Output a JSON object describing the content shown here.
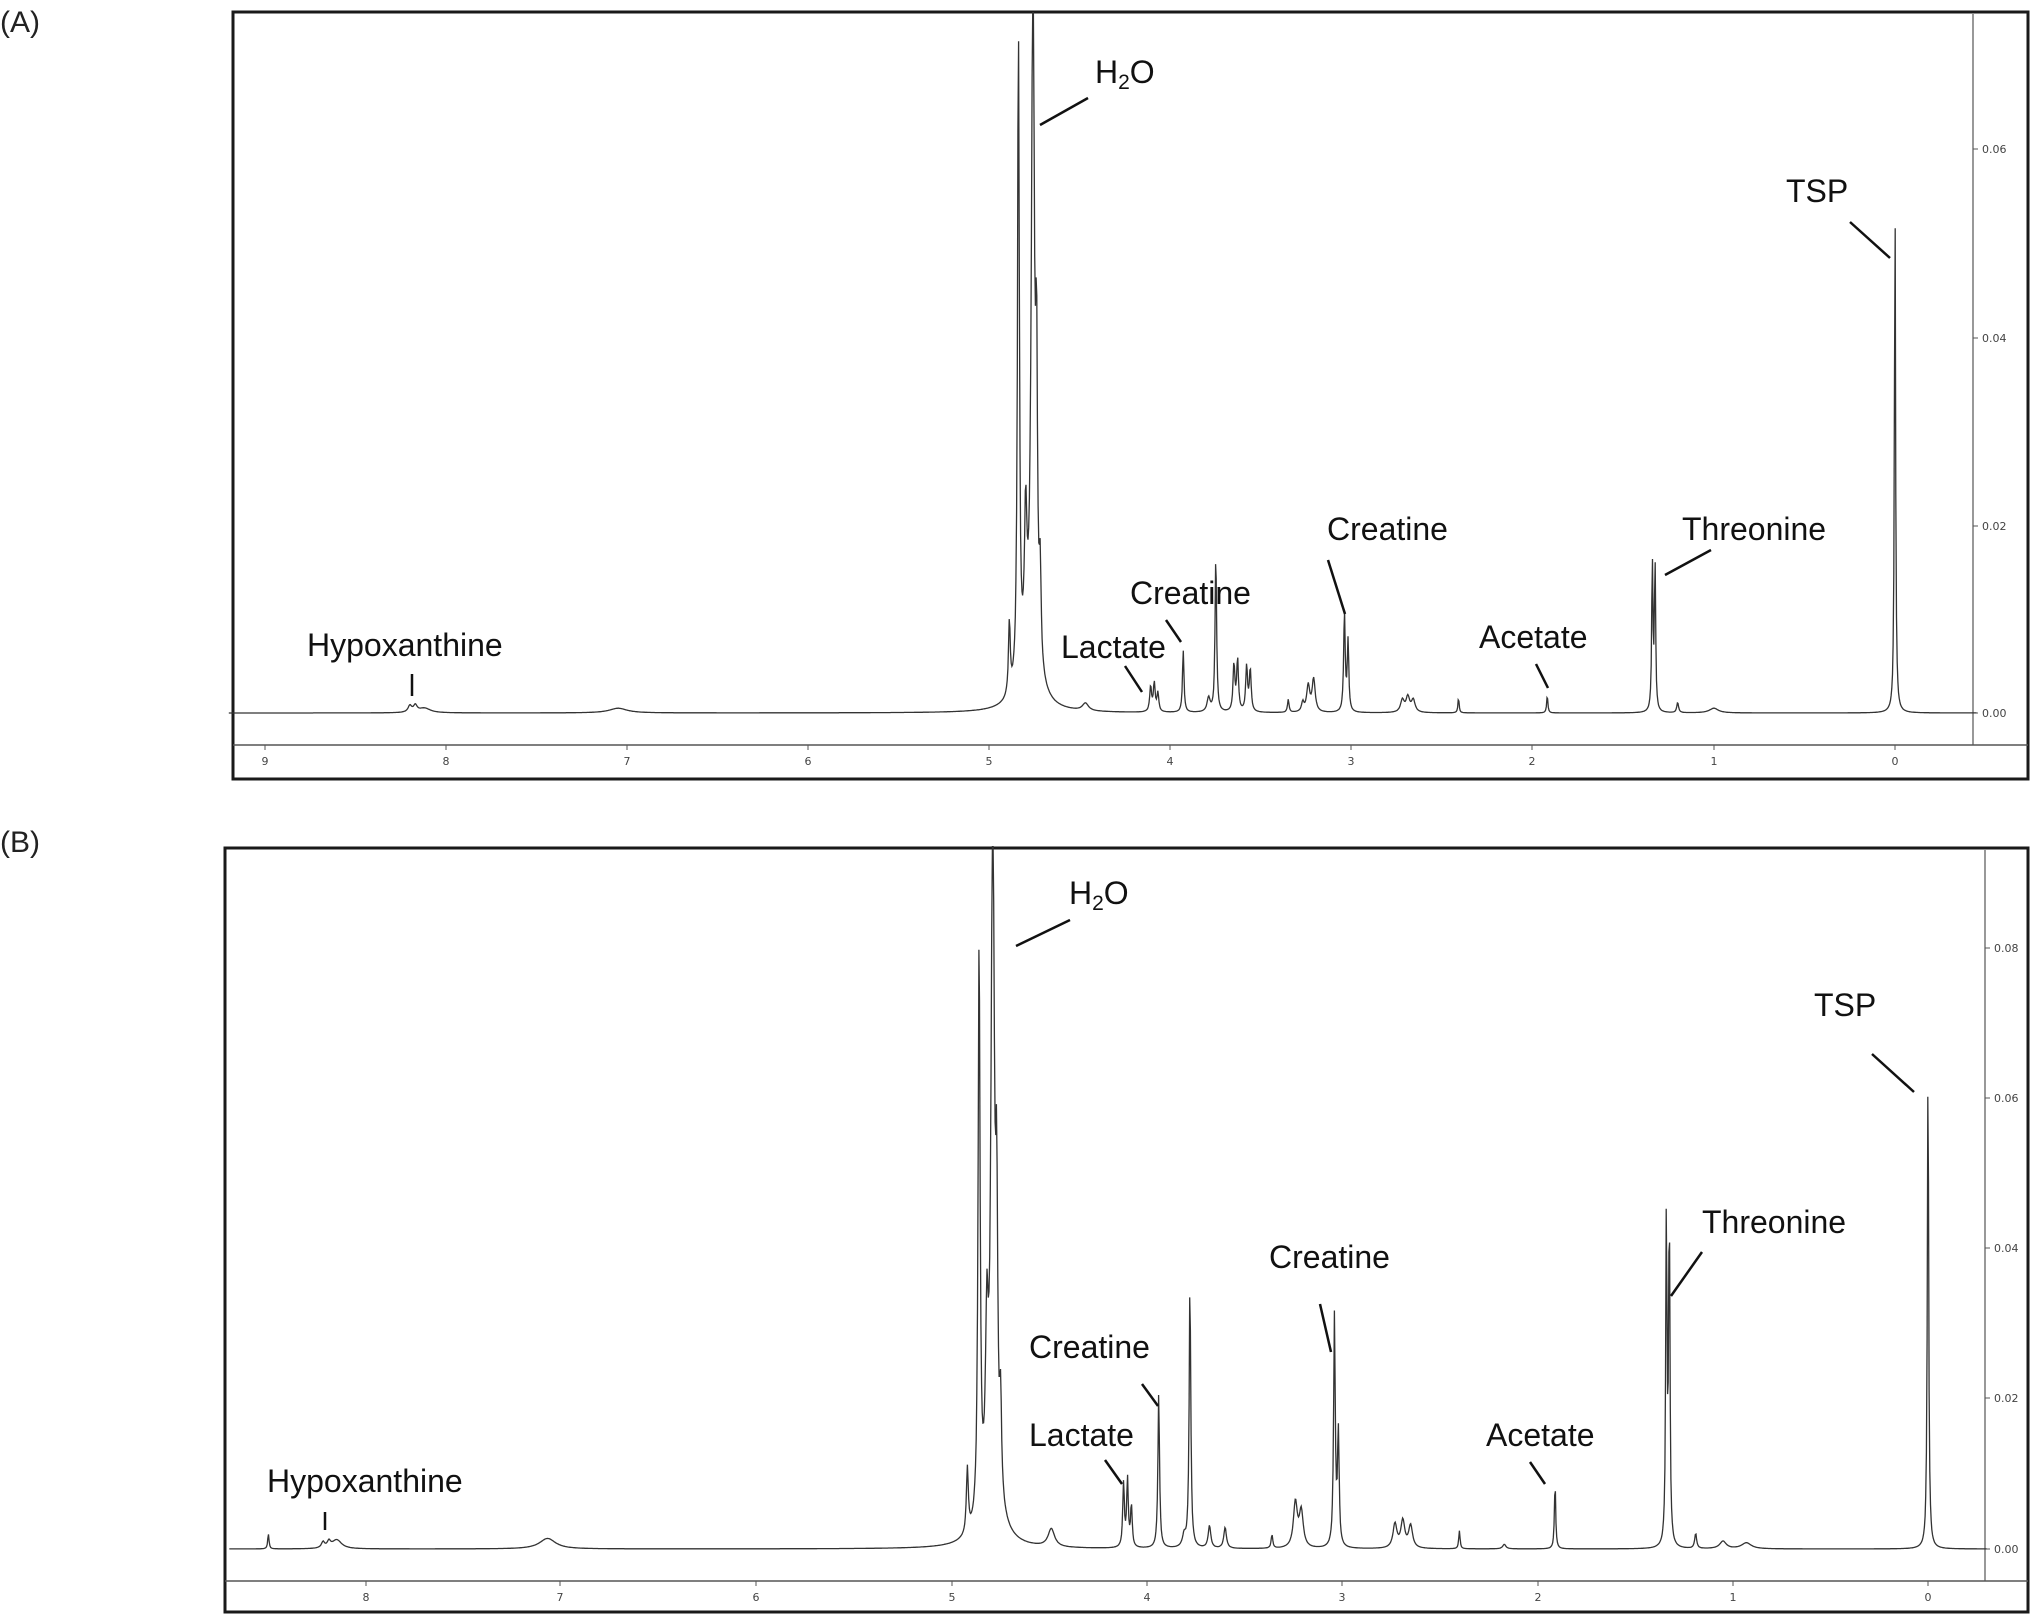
{
  "panels": [
    {
      "label": "(A)",
      "x_ticks": [
        "9",
        "8",
        "7",
        "6",
        "5",
        "4",
        "3",
        "2",
        "1",
        "0"
      ],
      "y_ticks": [
        "0.00",
        "0.02",
        "0.04",
        "0.06"
      ],
      "chart_data": {
        "type": "line",
        "xlim": [
          9.2,
          -0.45
        ],
        "ylim": [
          -0.0003,
          0.0745
        ],
        "x_axis_reversed": true,
        "grid": false,
        "peaks": [
          {
            "ppm": 8.2,
            "height": 0.0007,
            "width": 0.012
          },
          {
            "ppm": 8.17,
            "height": 0.0007,
            "width": 0.012
          },
          {
            "ppm": 8.12,
            "height": 0.0005,
            "width": 0.04
          },
          {
            "ppm": 7.05,
            "height": 0.0005,
            "width": 0.06
          },
          {
            "ppm": 4.89,
            "height": 0.0077,
            "width": 0.006
          },
          {
            "ppm": 4.84,
            "height": 0.0695,
            "width": 0.006
          },
          {
            "ppm": 4.8,
            "height": 0.0148,
            "width": 0.008
          },
          {
            "ppm": 4.76,
            "height": 0.0745,
            "width": 0.01
          },
          {
            "ppm": 4.74,
            "height": 0.028,
            "width": 0.006
          },
          {
            "ppm": 4.72,
            "height": 0.0095,
            "width": 0.006
          },
          {
            "ppm": 4.78,
            "height": 0.004,
            "width": 0.06
          },
          {
            "ppm": 4.47,
            "height": 0.0008,
            "width": 0.02
          },
          {
            "ppm": 4.11,
            "height": 0.0027,
            "width": 0.006
          },
          {
            "ppm": 4.09,
            "height": 0.003,
            "width": 0.006
          },
          {
            "ppm": 4.07,
            "height": 0.002,
            "width": 0.006
          },
          {
            "ppm": 3.93,
            "height": 0.0066,
            "width": 0.005
          },
          {
            "ppm": 3.79,
            "height": 0.0015,
            "width": 0.01
          },
          {
            "ppm": 3.75,
            "height": 0.017,
            "width": 0.005
          },
          {
            "ppm": 3.65,
            "height": 0.005,
            "width": 0.006
          },
          {
            "ppm": 3.63,
            "height": 0.0055,
            "width": 0.006
          },
          {
            "ppm": 3.58,
            "height": 0.0048,
            "width": 0.006
          },
          {
            "ppm": 3.56,
            "height": 0.0045,
            "width": 0.006
          },
          {
            "ppm": 3.35,
            "height": 0.0014,
            "width": 0.005
          },
          {
            "ppm": 3.27,
            "height": 0.001,
            "width": 0.008
          },
          {
            "ppm": 3.24,
            "height": 0.0028,
            "width": 0.01
          },
          {
            "ppm": 3.21,
            "height": 0.0035,
            "width": 0.01
          },
          {
            "ppm": 3.04,
            "height": 0.0108,
            "width": 0.005
          },
          {
            "ppm": 3.02,
            "height": 0.0075,
            "width": 0.005
          },
          {
            "ppm": 2.72,
            "height": 0.0013,
            "width": 0.012
          },
          {
            "ppm": 2.69,
            "height": 0.0016,
            "width": 0.012
          },
          {
            "ppm": 2.66,
            "height": 0.0013,
            "width": 0.012
          },
          {
            "ppm": 2.41,
            "height": 0.0016,
            "width": 0.004
          },
          {
            "ppm": 1.92,
            "height": 0.0019,
            "width": 0.004
          },
          {
            "ppm": 1.34,
            "height": 0.0162,
            "width": 0.004
          },
          {
            "ppm": 1.325,
            "height": 0.0158,
            "width": 0.004
          },
          {
            "ppm": 1.2,
            "height": 0.0011,
            "width": 0.006
          },
          {
            "ppm": 1.0,
            "height": 0.0005,
            "width": 0.03
          },
          {
            "ppm": 0.0,
            "height": 0.0542,
            "width": 0.004
          }
        ]
      },
      "annotations": [
        {
          "key": "h2o",
          "text": "H",
          "sub": "2",
          "tail": "O"
        },
        {
          "key": "tsp",
          "text": "TSP"
        },
        {
          "key": "creatine_a",
          "text": "Creatine"
        },
        {
          "key": "creatine_b",
          "text": "Creatine"
        },
        {
          "key": "lactate",
          "text": "Lactate"
        },
        {
          "key": "threonine",
          "text": "Threonine"
        },
        {
          "key": "acetate",
          "text": "Acetate"
        },
        {
          "key": "hypoxanthine",
          "text": "Hypoxanthine"
        }
      ]
    },
    {
      "label": "(B)",
      "x_ticks": [
        "8",
        "7",
        "6",
        "5",
        "4",
        "3",
        "2",
        "1",
        "0"
      ],
      "y_ticks": [
        "0.00",
        "0.02",
        "0.04",
        "0.06",
        "0.08"
      ],
      "chart_data": {
        "type": "line",
        "xlim": [
          8.7,
          -0.3
        ],
        "ylim": [
          -0.0005,
          0.0935
        ],
        "x_axis_reversed": true,
        "grid": false,
        "peaks": [
          {
            "ppm": 8.5,
            "height": 0.002,
            "width": 0.004
          },
          {
            "ppm": 8.22,
            "height": 0.0008,
            "width": 0.01
          },
          {
            "ppm": 8.19,
            "height": 0.0008,
            "width": 0.01
          },
          {
            "ppm": 8.15,
            "height": 0.0012,
            "width": 0.03
          },
          {
            "ppm": 7.07,
            "height": 0.0014,
            "width": 0.05
          },
          {
            "ppm": 4.92,
            "height": 0.0087,
            "width": 0.006
          },
          {
            "ppm": 4.86,
            "height": 0.0772,
            "width": 0.006
          },
          {
            "ppm": 4.82,
            "height": 0.021,
            "width": 0.008
          },
          {
            "ppm": 4.79,
            "height": 0.0935,
            "width": 0.01
          },
          {
            "ppm": 4.77,
            "height": 0.034,
            "width": 0.006
          },
          {
            "ppm": 4.75,
            "height": 0.012,
            "width": 0.006
          },
          {
            "ppm": 4.8,
            "height": 0.005,
            "width": 0.06
          },
          {
            "ppm": 4.49,
            "height": 0.0024,
            "width": 0.02
          },
          {
            "ppm": 4.12,
            "height": 0.0085,
            "width": 0.005
          },
          {
            "ppm": 4.1,
            "height": 0.009,
            "width": 0.005
          },
          {
            "ppm": 4.08,
            "height": 0.0055,
            "width": 0.005
          },
          {
            "ppm": 3.94,
            "height": 0.0205,
            "width": 0.005
          },
          {
            "ppm": 3.81,
            "height": 0.0015,
            "width": 0.01
          },
          {
            "ppm": 3.78,
            "height": 0.035,
            "width": 0.005
          },
          {
            "ppm": 3.68,
            "height": 0.003,
            "width": 0.008
          },
          {
            "ppm": 3.6,
            "height": 0.0028,
            "width": 0.008
          },
          {
            "ppm": 3.36,
            "height": 0.0018,
            "width": 0.005
          },
          {
            "ppm": 3.24,
            "height": 0.006,
            "width": 0.012
          },
          {
            "ppm": 3.21,
            "height": 0.0048,
            "width": 0.012
          },
          {
            "ppm": 3.04,
            "height": 0.031,
            "width": 0.005
          },
          {
            "ppm": 3.02,
            "height": 0.015,
            "width": 0.005
          },
          {
            "ppm": 2.73,
            "height": 0.0032,
            "width": 0.012
          },
          {
            "ppm": 2.69,
            "height": 0.0036,
            "width": 0.012
          },
          {
            "ppm": 2.65,
            "height": 0.003,
            "width": 0.012
          },
          {
            "ppm": 2.4,
            "height": 0.0024,
            "width": 0.004
          },
          {
            "ppm": 2.17,
            "height": 0.0006,
            "width": 0.01
          },
          {
            "ppm": 1.91,
            "height": 0.0088,
            "width": 0.004
          },
          {
            "ppm": 1.34,
            "height": 0.0442,
            "width": 0.004
          },
          {
            "ppm": 1.325,
            "height": 0.044,
            "width": 0.004
          },
          {
            "ppm": 1.19,
            "height": 0.002,
            "width": 0.006
          },
          {
            "ppm": 1.05,
            "height": 0.001,
            "width": 0.02
          },
          {
            "ppm": 0.93,
            "height": 0.0008,
            "width": 0.03
          },
          {
            "ppm": 0.0,
            "height": 0.0652,
            "width": 0.004
          }
        ]
      },
      "annotations": [
        {
          "key": "h2o",
          "text": "H",
          "sub": "2",
          "tail": "O"
        },
        {
          "key": "tsp",
          "text": "TSP"
        },
        {
          "key": "creatine_a",
          "text": "Creatine"
        },
        {
          "key": "creatine_b",
          "text": "Creatine"
        },
        {
          "key": "lactate",
          "text": "Lactate"
        },
        {
          "key": "threonine",
          "text": "Threonine"
        },
        {
          "key": "acetate",
          "text": "Acetate"
        },
        {
          "key": "hypoxanthine",
          "text": "Hypoxanthine"
        }
      ]
    }
  ]
}
